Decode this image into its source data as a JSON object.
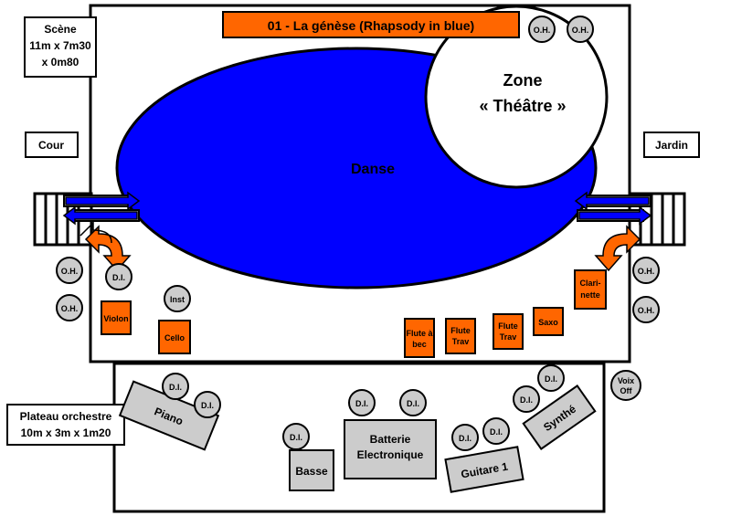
{
  "title": "01 - La génèse (Rhapsody in blue)",
  "scene_label": [
    "Scène",
    "11m x 7m30",
    "x 0m80"
  ],
  "orchestra_label": [
    "Plateau orchestre",
    "10m x 3m x 1m20"
  ],
  "cour": "Cour",
  "jardin": "Jardin",
  "dance": "Danse",
  "theatre_zone": [
    "Zone",
    "« Théâtre »"
  ],
  "oh": "O.H.",
  "di": "D.I.",
  "inst": "Inst",
  "voix_off": [
    "Voix",
    "Off"
  ],
  "instruments": {
    "violon": "Violon",
    "cello": "Cello",
    "flute_bec": [
      "Flute à",
      "bec"
    ],
    "flute_trav1": [
      "Flute",
      "Trav"
    ],
    "flute_trav2": [
      "Flute",
      "Trav"
    ],
    "saxo": "Saxo",
    "clarinette": [
      "Clari-",
      "nette"
    ],
    "piano": "Piano",
    "basse": "Basse",
    "batterie": [
      "Batterie",
      "Electronique"
    ],
    "guitare": "Guitare 1",
    "synthe": "Synthé"
  },
  "colors": {
    "orange": "#ff6600",
    "blue": "#0000ff",
    "grey": "#cccccc",
    "stroke": "#000000"
  }
}
